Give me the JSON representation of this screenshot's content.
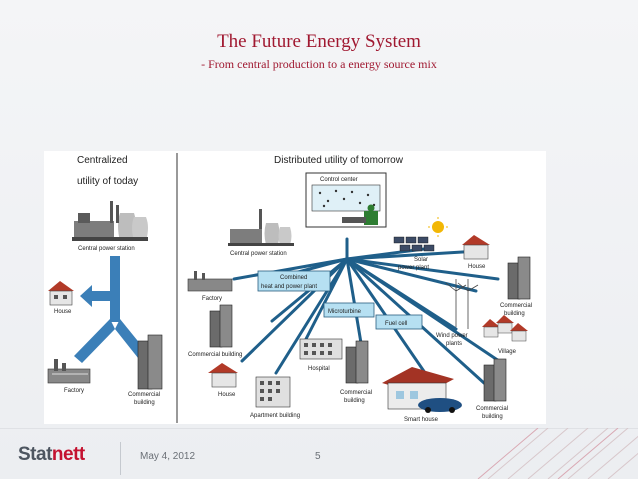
{
  "slide": {
    "title": "The Future Energy System",
    "subtitle": "- From central production to a energy source mix"
  },
  "diagram": {
    "left_panel": {
      "heading_line1": "Centralized",
      "heading_line2": "utility of today",
      "labels": {
        "central_power_station": "Central power station",
        "house": "House",
        "factory": "Factory",
        "commercial_building_line1": "Commercial",
        "commercial_building_line2": "building"
      }
    },
    "right_panel": {
      "heading": "Distributed utility of tomorrow",
      "labels": {
        "control_center": "Control center",
        "central_power_station": "Central power station",
        "combined_heat_line1": "Combined",
        "combined_heat_line2": "heat and power plant",
        "factory": "Factory",
        "microturbine": "Microturbine",
        "fuel_cell": "Fuel cell",
        "solar_line1": "Solar",
        "solar_line2": "power plant",
        "house_top": "House",
        "commercial_top_line1": "Commercial",
        "commercial_top_line2": "building",
        "wind_line1": "Wind power",
        "wind_line2": "plants",
        "village": "Village",
        "commercial_building_left": "Commercial building",
        "hospital": "Hospital",
        "house_bottom": "House",
        "apartment_building": "Apartment building",
        "commercial_mid_line1": "Commercial",
        "commercial_mid_line2": "building",
        "smart_house": "Smart house",
        "commercial_br_line1": "Commercial",
        "commercial_br_line2": "building"
      }
    }
  },
  "footer": {
    "logo_part1": "Stat",
    "logo_part2": "nett",
    "date": "May 4, 2012",
    "page_number": "5"
  },
  "colors": {
    "title": "#a01830",
    "brand_red": "#c41230",
    "grid_line": "#1f5f8a",
    "node_box": "#b6e0f2"
  }
}
